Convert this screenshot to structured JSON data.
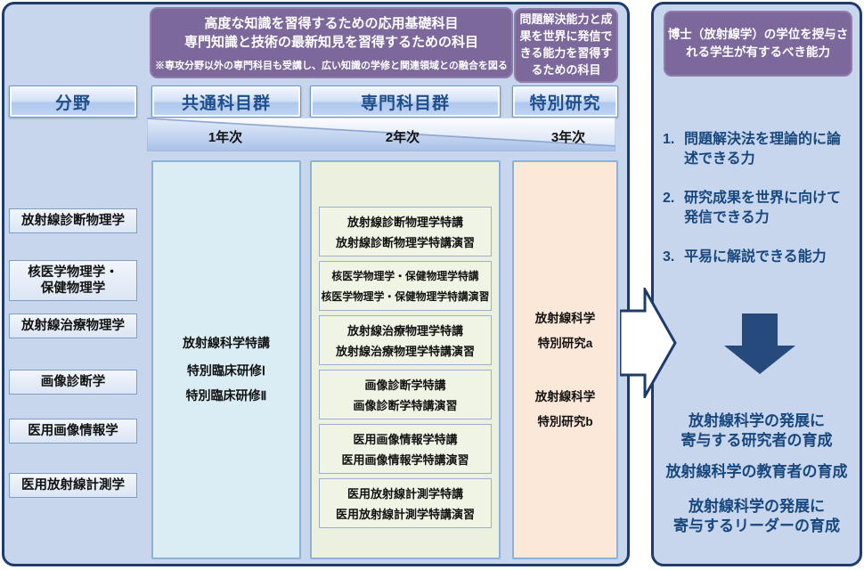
{
  "colors": {
    "panel_bg": "#c7d6ec",
    "panel_border": "#1e3c6b",
    "purple": "#7c689b",
    "header_text": "#1f4e8c",
    "common_col": "#daedf4",
    "spec_col": "#ebf1de",
    "research_col": "#fce8d9",
    "navy_text": "#17477e",
    "down_arrow": "#254a7b"
  },
  "top_notes": {
    "applied_main": "高度な知識を習得するための応用基礎科目\n専門知識と技術の最新知見を習得するための科目",
    "applied_note": "※専攻分野以外の専門科目も受講し、広い知識の学修と関連領域との融合を図る",
    "problem": "問題解決能力と成果を世界に発信できる能力を習得するための科目"
  },
  "headers": {
    "field": "分野",
    "common": "共通科目群",
    "specialized": "専門科目群",
    "special_research": "特別研究"
  },
  "years": [
    "1年次",
    "2年次",
    "3年次"
  ],
  "fields": [
    "放射線診断物理学",
    "核医学物理学・\n保健物理学",
    "放射線治療物理学",
    "画像診断学",
    "医用画像情報学",
    "医用放射線計測学"
  ],
  "common_courses": [
    "放射線科学特講",
    "特別臨床研修Ⅰ",
    "特別臨床研修Ⅱ"
  ],
  "specialized": [
    [
      "放射線診断物理学特講",
      "放射線診断物理学特講演習"
    ],
    [
      "核医学物理学・保健物理学特講",
      "核医学物理学・保健物理学特講演習"
    ],
    [
      "放射線治療物理学特講",
      "放射線治療物理学特講演習"
    ],
    [
      "画像診断学特講",
      "画像診断学特講演習"
    ],
    [
      "医用画像情報学特講",
      "医用画像情報学特講演習"
    ],
    [
      "医用放射線計測学特講",
      "医用放射線計測学特講演習"
    ]
  ],
  "special_research": [
    "放射線科学",
    "特別研究a",
    "放射線科学",
    "特別研究b"
  ],
  "right": {
    "degree_title": "博士（放射線学）の学位を授与さ\nれる学生が有するべき能力",
    "abilities": [
      {
        "num": "1.",
        "text": "問題解決法を理論的に論\n述できる力"
      },
      {
        "num": "2.",
        "text": "研究成果を世界に向けて\n発信できる力"
      },
      {
        "num": "3.",
        "text": "平易に解説できる能力"
      }
    ],
    "outcomes": [
      "放射線科学の発展に\n寄与する研究者の育成",
      "放射線科学の教育者の育成",
      "放射線科学の発展に\n寄与するリーダーの育成"
    ]
  }
}
